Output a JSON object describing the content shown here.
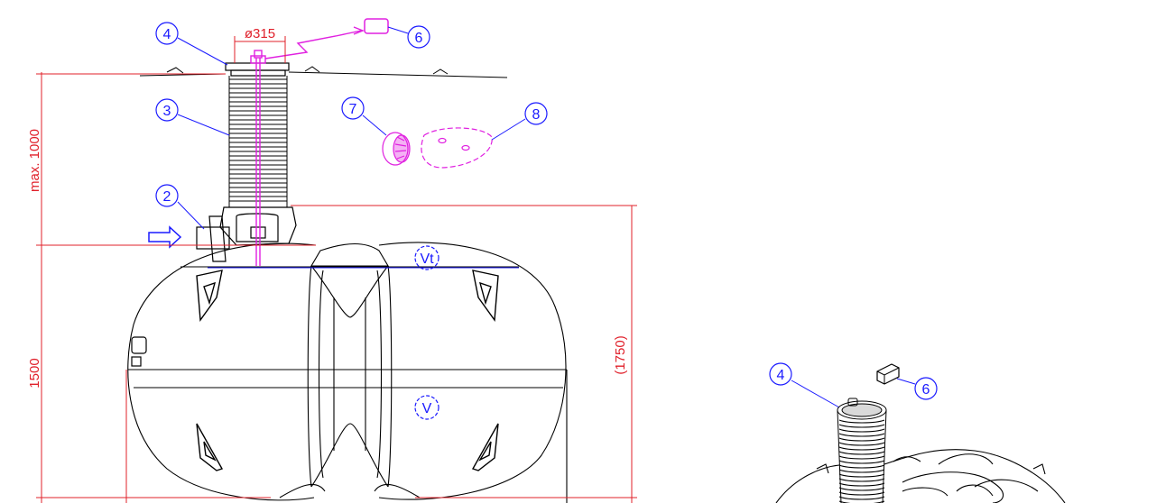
{
  "dimensions": {
    "pipe_diameter": "ø315",
    "shaft_height": "max. 1000",
    "tank_height": "1500",
    "total_height": "(1750)"
  },
  "callouts": {
    "c2": "2",
    "c3": "3",
    "c4": "4",
    "c6": "6",
    "c7": "7",
    "c8": "8",
    "c4_iso": "4",
    "c6_iso": "6"
  },
  "markers": {
    "vt": "Vt",
    "v": "V"
  },
  "colors": {
    "drawing": "#000000",
    "dimension": "#e0202a",
    "callout": "#1a1aff",
    "accessory": "#e020e0"
  }
}
